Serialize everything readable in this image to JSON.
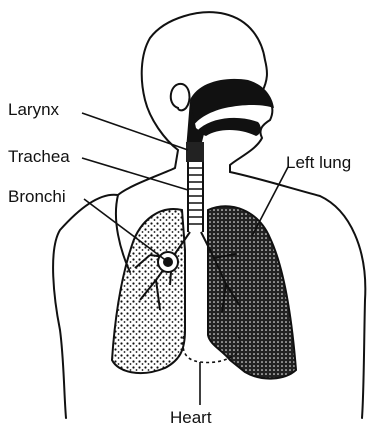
{
  "labels": {
    "larynx": "Larynx",
    "trachea": "Trachea",
    "bronchi": "Bronchi",
    "left_lung": "Left lung",
    "heart": "Heart"
  },
  "colors": {
    "ink": "#111111",
    "background": "#ffffff"
  }
}
